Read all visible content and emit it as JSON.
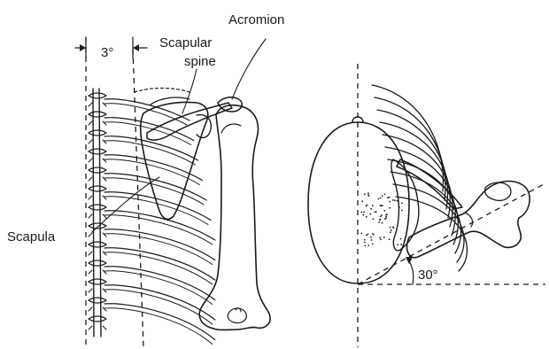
{
  "labels": {
    "acromion": "Acromion",
    "scapular_spine_line1": "Scapular",
    "scapular_spine_line2": "spine",
    "scapula": "Scapula",
    "angle_back": "3°",
    "angle_top": "30°"
  }
}
